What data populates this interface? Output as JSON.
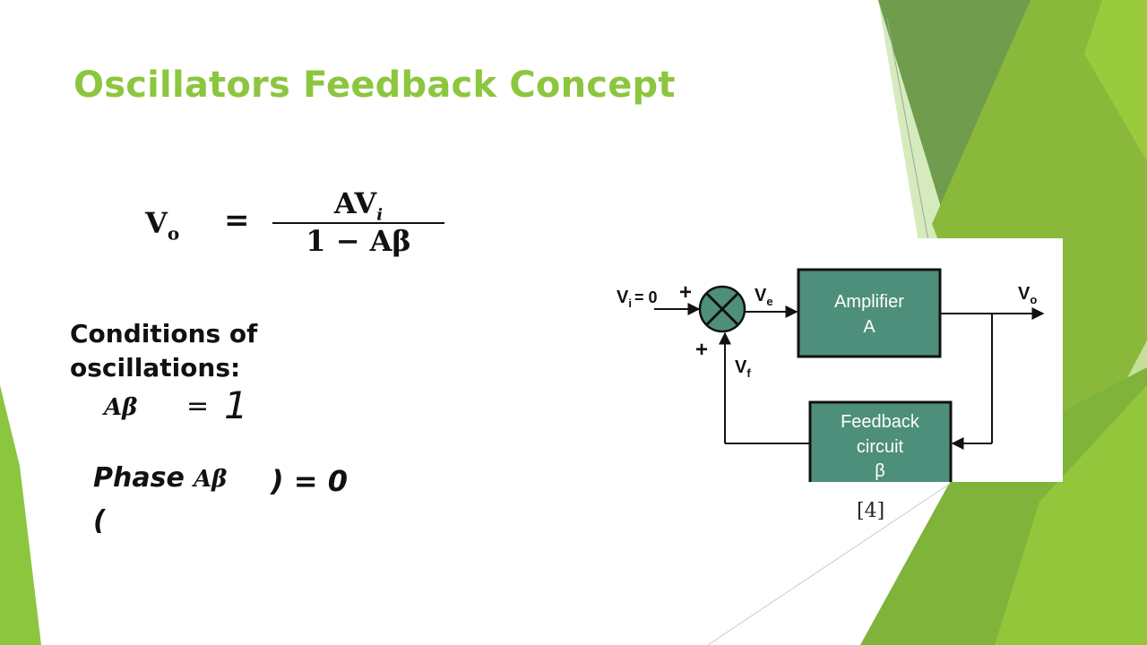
{
  "colors": {
    "accent": "#8cc63f",
    "accent_dark": "#5d9a3a",
    "box_fill": "#4e8f7b"
  },
  "slide": {
    "title": "Oscillators Feedback Concept",
    "equation": {
      "lhs": "V",
      "lhs_sub": "o",
      "equals": "=",
      "numerator": "AV",
      "numerator_sub": "i",
      "denominator": "1 − Aβ"
    },
    "conditions_heading": "Conditions of oscillations:",
    "condition1": {
      "ab": "Aβ",
      "eq": "=",
      "value": "1"
    },
    "condition2": {
      "phase": "Phase",
      "paren_open": "(",
      "ab": "Aβ",
      "close_eq": ") = 0"
    },
    "citation": "[4]"
  },
  "diagram": {
    "input_label": "V",
    "input_sub": "i",
    "input_value": "= 0",
    "plus_top": "+",
    "plus_left": "+",
    "error_label": "V",
    "error_sub": "e",
    "feedback_label": "V",
    "feedback_sub": "f",
    "output_label": "V",
    "output_sub": "o",
    "amplifier_line1": "Amplifier",
    "amplifier_line2": "A",
    "feedback_line1": "Feedback",
    "feedback_line2": "circuit",
    "feedback_line3": "β"
  }
}
